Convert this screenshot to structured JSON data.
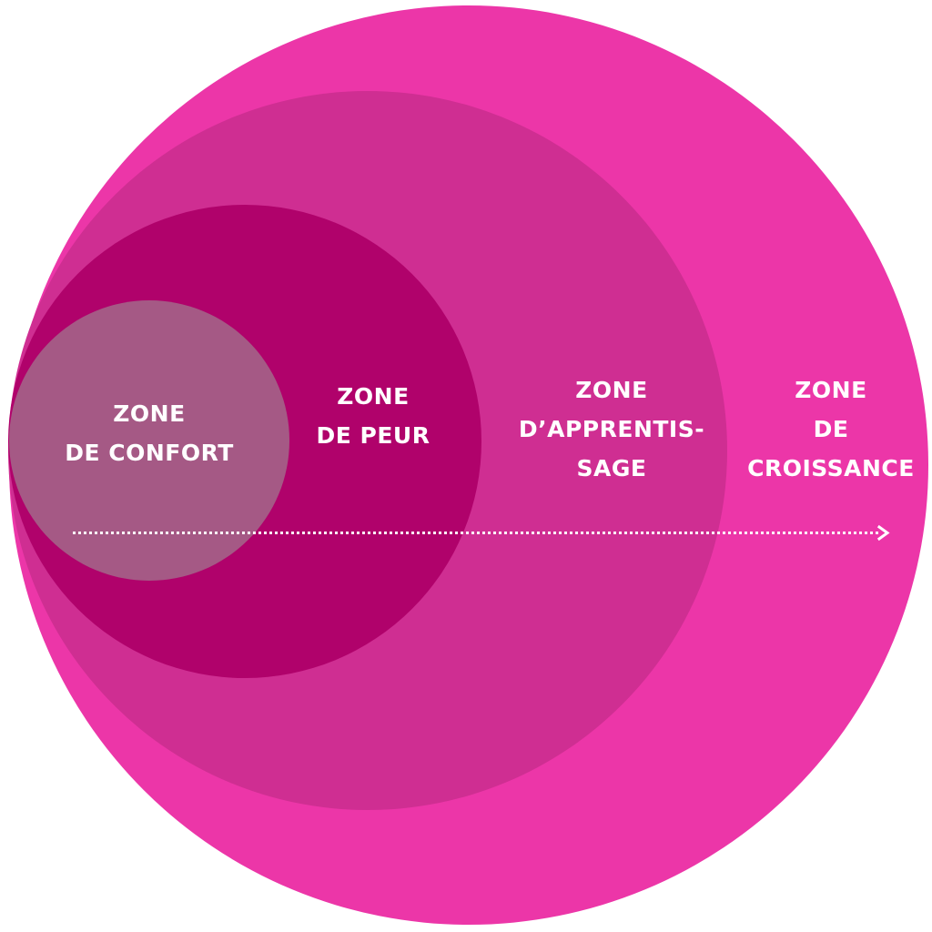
{
  "diagram": {
    "type": "nested-zones",
    "colors": {
      "background": "#FFFFFF",
      "growth": "#EC36A8",
      "learning": "#CF2E92",
      "fear": "#B0026B",
      "comfort": "#A55985",
      "text": "#FFFFFF",
      "arrow": "#FFFFFF"
    },
    "zones": [
      {
        "id": "comfort",
        "lines": [
          "ZONE",
          "DE CONFORT"
        ]
      },
      {
        "id": "fear",
        "lines": [
          "ZONE",
          "DE PEUR"
        ]
      },
      {
        "id": "learning",
        "lines": [
          "ZONE",
          "D’APPRENTIS-",
          "SAGE"
        ]
      },
      {
        "id": "growth",
        "lines": [
          "ZONE",
          "DE",
          "CROISSANCE"
        ]
      }
    ],
    "arrow": {
      "style": "dotted",
      "direction": "right",
      "icon": "arrow-right-icon"
    }
  }
}
